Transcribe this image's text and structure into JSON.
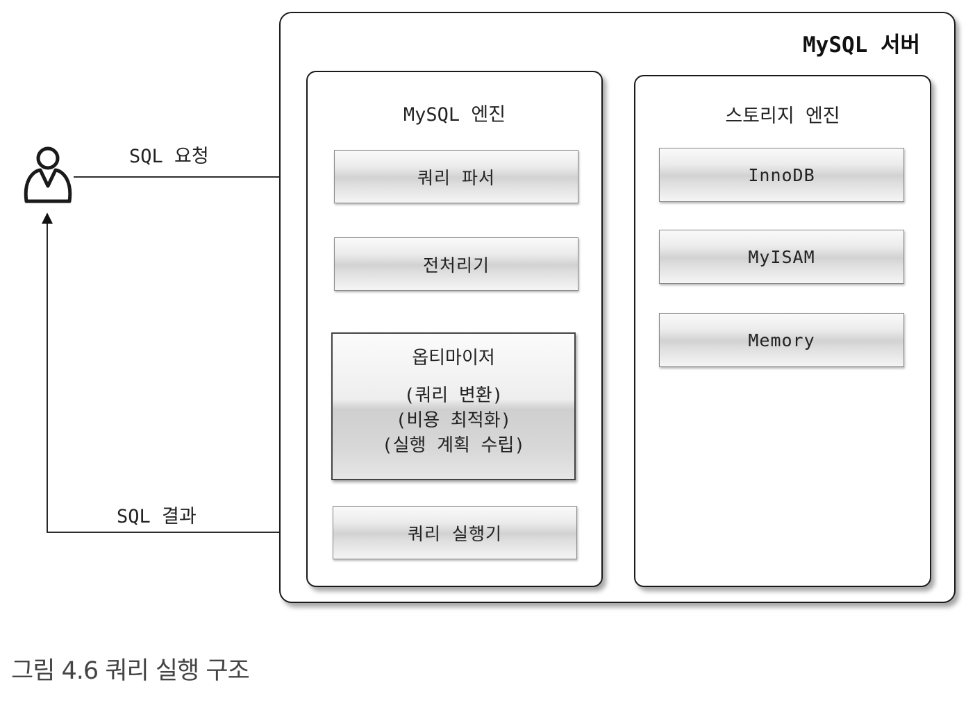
{
  "server": {
    "title": "MySQL 서버"
  },
  "engine": {
    "title": "MySQL 엔진",
    "parser": "쿼리 파서",
    "preprocessor": "전처리기",
    "optimizer": {
      "title": "옵티마이저",
      "lines": [
        "(쿼리 변환)",
        "(비용 최적화)",
        "(실행 계획 수립)"
      ]
    },
    "executor": "쿼리 실행기"
  },
  "storage": {
    "title": "스토리지 엔진",
    "items": [
      "InnoDB",
      "MyISAM",
      "Memory"
    ]
  },
  "flows": {
    "request": "SQL 요청",
    "result": "SQL 결과"
  },
  "caption": "그림 4.6 쿼리 실행 구조"
}
